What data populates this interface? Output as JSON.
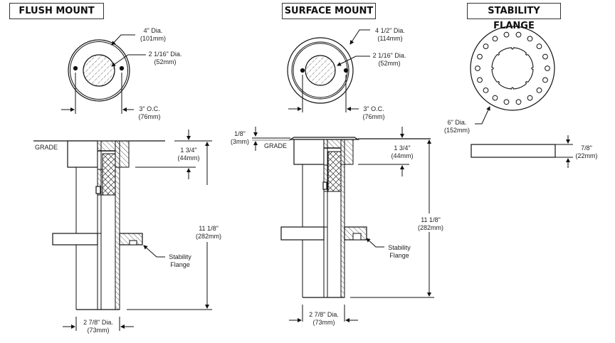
{
  "panels": {
    "flush_mount": {
      "title": "FLUSH MOUNT",
      "plan": {
        "outer_dia": {
          "imperial": "4\" Dia.",
          "metric": "(101mm)"
        },
        "inner_dia": {
          "imperial": "2 1/16\" Dia.",
          "metric": "(52mm)"
        },
        "bolt_spacing": {
          "imperial": "3\" O.C.",
          "metric": "(76mm)"
        }
      },
      "section": {
        "grade_label": "GRADE",
        "top_depth": {
          "imperial": "1 3/4\"",
          "metric": "(44mm)"
        },
        "overall_height": {
          "imperial": "11 1/8\"",
          "metric": "(282mm)"
        },
        "tube_dia": {
          "imperial": "2 7/8\" Dia.",
          "metric": "(73mm)"
        },
        "flange_callout": {
          "line1": "Stability",
          "line2": "Flange"
        }
      }
    },
    "surface_mount": {
      "title": "SURFACE MOUNT",
      "plan": {
        "outer_dia": {
          "imperial": "4 1/2\" Dia.",
          "metric": "(114mm)"
        },
        "inner_dia": {
          "imperial": "2 1/16\" Dia.",
          "metric": "(52mm)"
        },
        "bolt_spacing": {
          "imperial": "3\" O.C.",
          "metric": "(76mm)"
        }
      },
      "section": {
        "lip_height": {
          "imperial": "1/8\"",
          "metric": "(3mm)"
        },
        "grade_label": "GRADE",
        "top_depth": {
          "imperial": "1 3/4\"",
          "metric": "(44mm)"
        },
        "overall_height": {
          "imperial": "11 1/8\"",
          "metric": "(282mm)"
        },
        "tube_dia": {
          "imperial": "2 7/8\" Dia.",
          "metric": "(73mm)"
        },
        "flange_callout": {
          "line1": "Stability",
          "line2": "Flange"
        }
      }
    },
    "stability_flange": {
      "title": "STABILITY FLANGE",
      "plan": {
        "dia": {
          "imperial": "6\" Dia.",
          "metric": "(152mm)"
        },
        "hole_count": 18
      },
      "side": {
        "thickness": {
          "imperial": "7/8\"",
          "metric": "(22mm)"
        }
      }
    }
  }
}
